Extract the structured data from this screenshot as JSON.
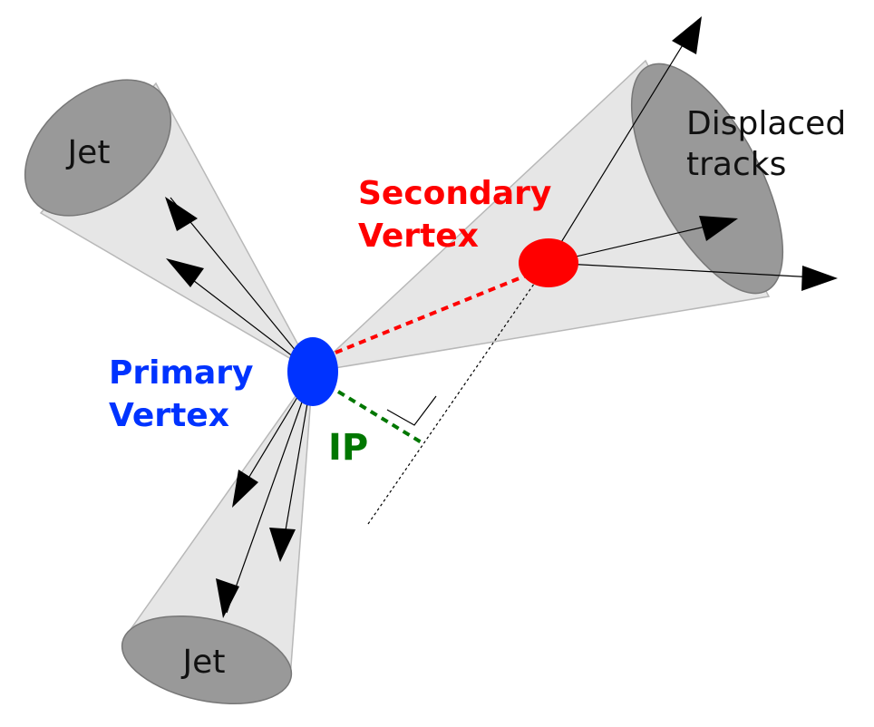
{
  "labels": {
    "jet_upper": "Jet",
    "jet_lower": "Jet",
    "displaced_line1": "Displaced",
    "displaced_line2": "tracks",
    "secondary_line1": "Secondary",
    "secondary_line2": "Vertex",
    "primary_line1": "Primary",
    "primary_line2": "Vertex",
    "ip": "IP"
  },
  "colors": {
    "cone_fill": "#e6e6e6",
    "cone_stroke": "#b8b8b8",
    "jet_cap": "#999999",
    "primary_vertex": "#0033ff",
    "secondary_vertex": "#ff0000",
    "ip_line": "#007700",
    "tracks": "#000000"
  }
}
